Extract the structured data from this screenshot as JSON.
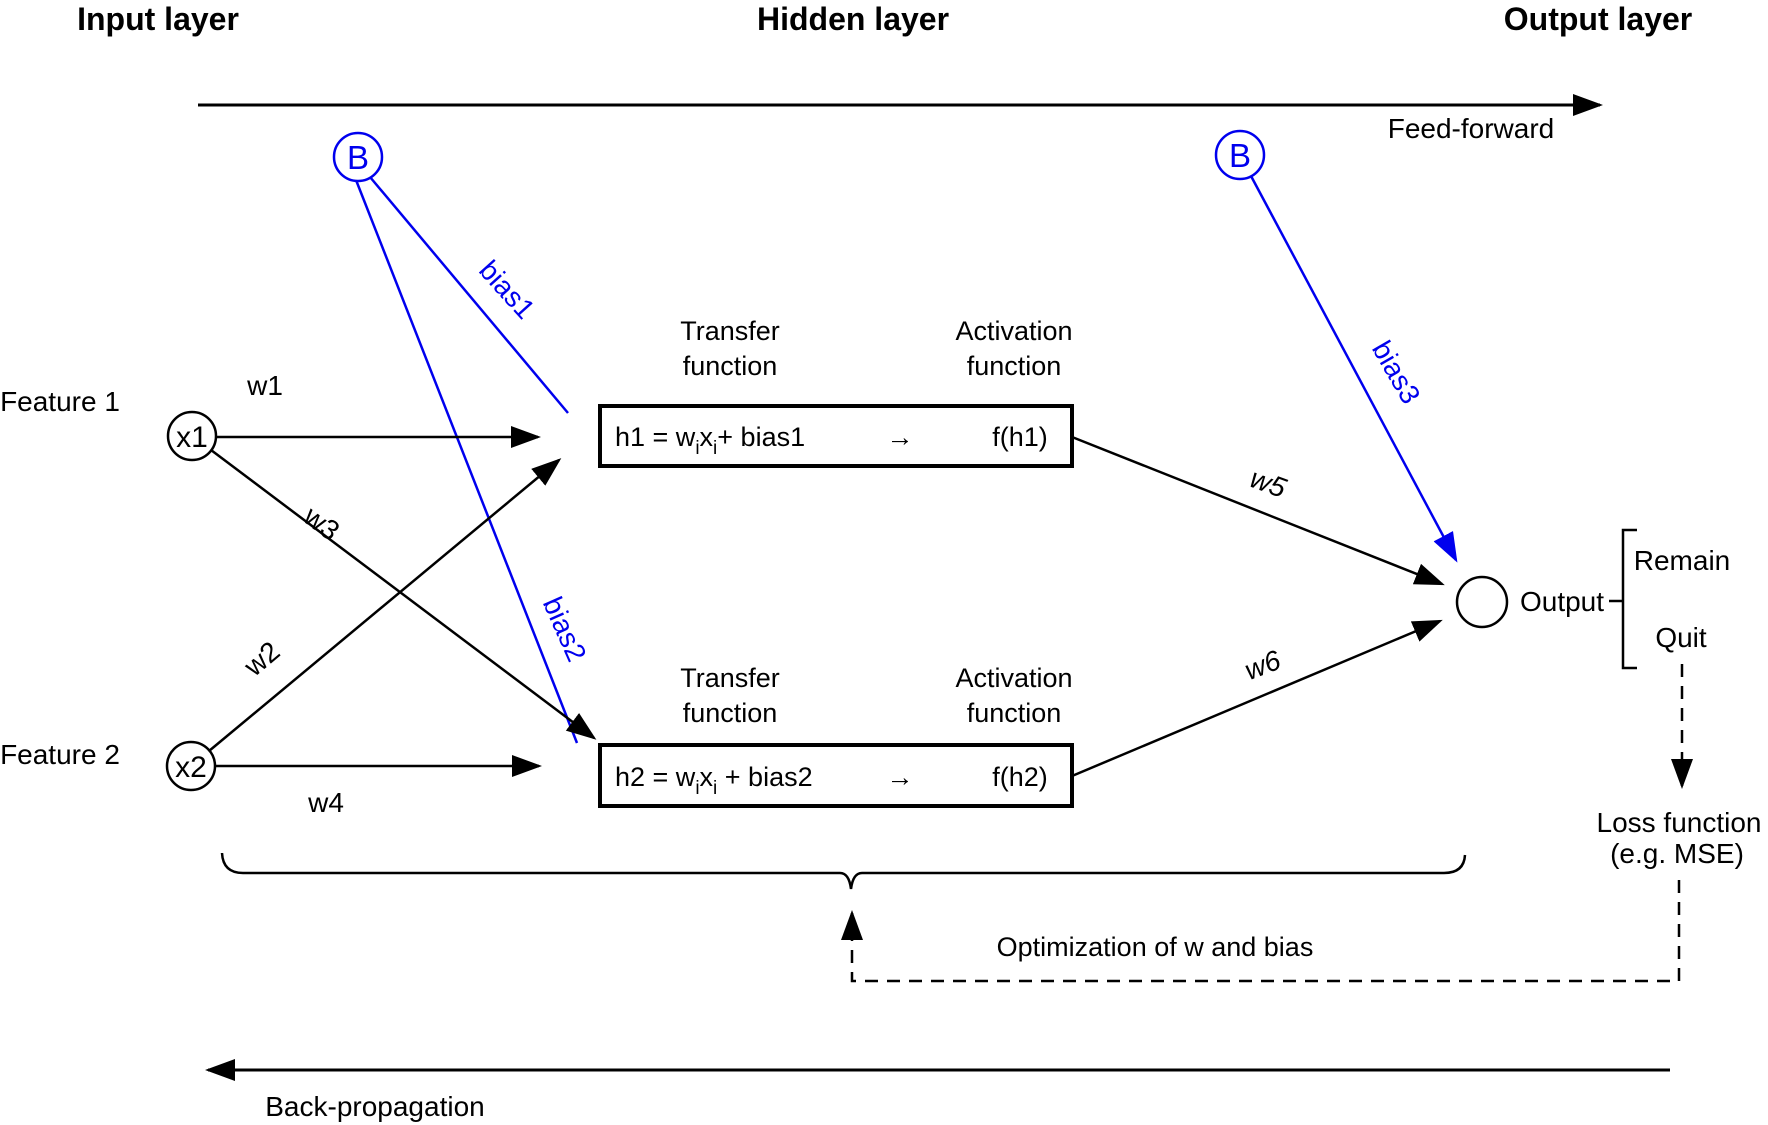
{
  "figure": {
    "type": "neural-network-diagram",
    "colors": {
      "bias_blue": "#0000EE",
      "ink": "#000000",
      "background": "#FFFFFF"
    },
    "titles": {
      "input": "Input layer",
      "hidden": "Hidden layer",
      "output": "Output layer"
    },
    "flow": {
      "feed_forward": "Feed-forward",
      "back_propagation": "Back-propagation"
    },
    "inputs": {
      "feature1_label": "Feature 1",
      "feature2_label": "Feature 2",
      "node1": "x1",
      "node2": "x2"
    },
    "bias": {
      "node_label": "B",
      "bias1": "bias1",
      "bias2": "bias2",
      "bias3": "bias3"
    },
    "weights": {
      "w1": "w1",
      "w2": "w2",
      "w3": "w3",
      "w4": "w4",
      "w5": "w5",
      "w6": "w6"
    },
    "hidden": {
      "transfer_label": [
        "Transfer",
        "function"
      ],
      "activation_label": [
        "Activation",
        "function"
      ],
      "h1": {
        "eq": [
          "h1 = w",
          "i",
          "x",
          "i",
          "+ bias1"
        ],
        "arrow": "→",
        "activation": "f(h1)"
      },
      "h2": {
        "eq": [
          "h2 = w",
          "i",
          "x",
          "i",
          " + bias2"
        ],
        "arrow": "→",
        "activation": "f(h2)"
      }
    },
    "output": {
      "label": "Output",
      "classes": [
        "Remain",
        "Quit"
      ]
    },
    "loss": {
      "label": [
        "Loss function",
        "(e.g. MSE)"
      ]
    },
    "optimization_label": "Optimization of w and bias"
  }
}
